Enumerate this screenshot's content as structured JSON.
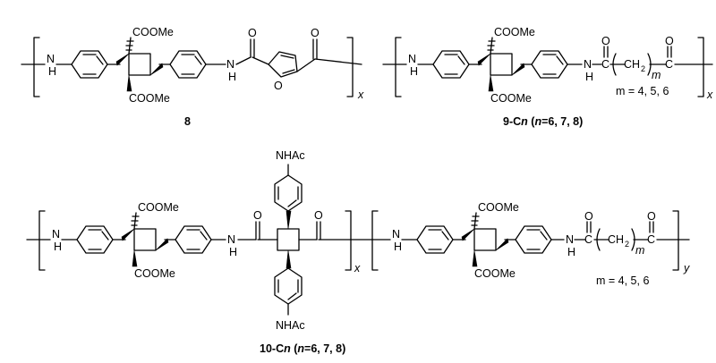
{
  "labels": {
    "nh": "N",
    "h": "H",
    "coome": "COOMe",
    "nhac": "NHAc",
    "o": "O",
    "c": "C",
    "ch2": "CH",
    "sub2": "2",
    "sub_m": "m",
    "x": "x",
    "y": "y",
    "m_values": "m = 4, 5, 6"
  },
  "compounds": [
    {
      "id": "8",
      "label_main": "8",
      "label_sub": ""
    },
    {
      "id": "9",
      "label_main": "9-C",
      "label_n": "n",
      "label_rest": " (",
      "label_n2": "n",
      "label_tail": "=6, 7, 8)"
    },
    {
      "id": "10",
      "label_main": "10-C",
      "label_n": "n",
      "label_rest": " (",
      "label_n2": "n",
      "label_tail": "=6, 7, 8)"
    }
  ]
}
